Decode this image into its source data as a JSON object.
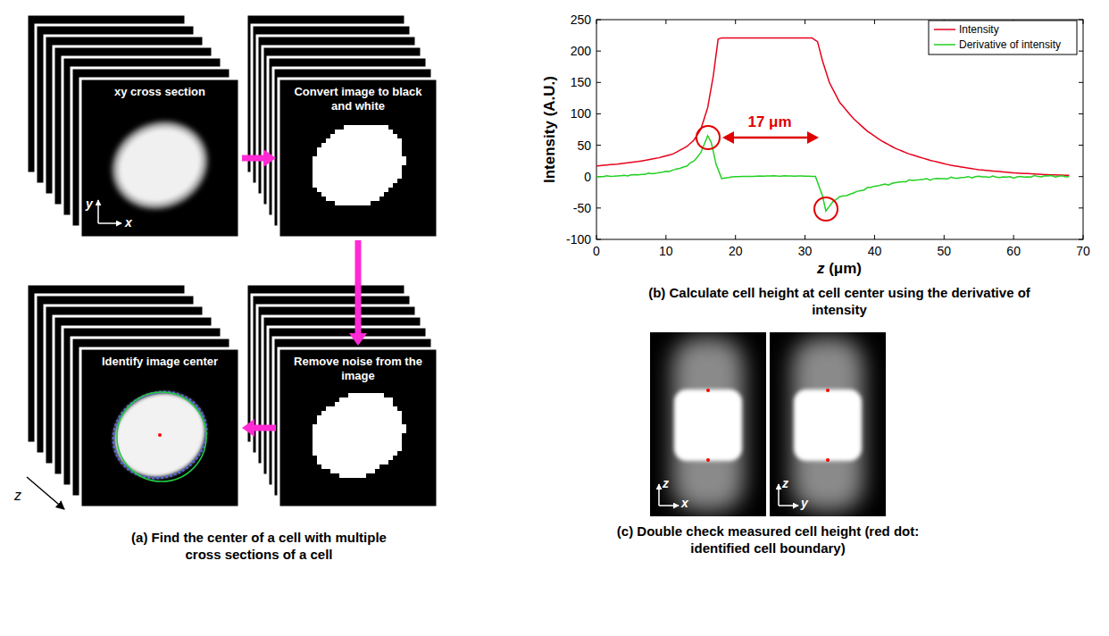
{
  "diagram": {
    "nodes": [
      {
        "text": [
          "xy cross section"
        ]
      },
      {
        "text": [
          "Convert image to black and white"
        ]
      },
      {
        "text": [
          "Remove noise from the image"
        ]
      },
      {
        "text": [
          "Identify image center"
        ]
      }
    ],
    "edges": [
      {
        "from": 0,
        "to": 1,
        "arrow": "to"
      },
      {
        "from": 1,
        "to": 2,
        "arrow": "to"
      },
      {
        "from": 2,
        "to": 3,
        "arrow": "to"
      }
    ],
    "labels": [
      "y",
      "x",
      "z",
      "(a) Find the center of a cell with multiple cross sections of a cell",
      "250",
      "200",
      "150",
      "100",
      "50",
      "0",
      "-50",
      "-100",
      "0",
      "10",
      "20",
      "30",
      "40",
      "50",
      "60",
      "70",
      "Intensity (A.U.)",
      "z (μm)",
      "17 μm",
      "(b) Calculate cell height at cell center using the derivative of intensity",
      "z",
      "x",
      "z",
      "y",
      "(c) Double check measured cell height (red dot: identified cell boundary)"
    ],
    "legend": [
      {
        "text": "Intensity"
      },
      {
        "text": "Derivative of intensity"
      }
    ]
  }
}
